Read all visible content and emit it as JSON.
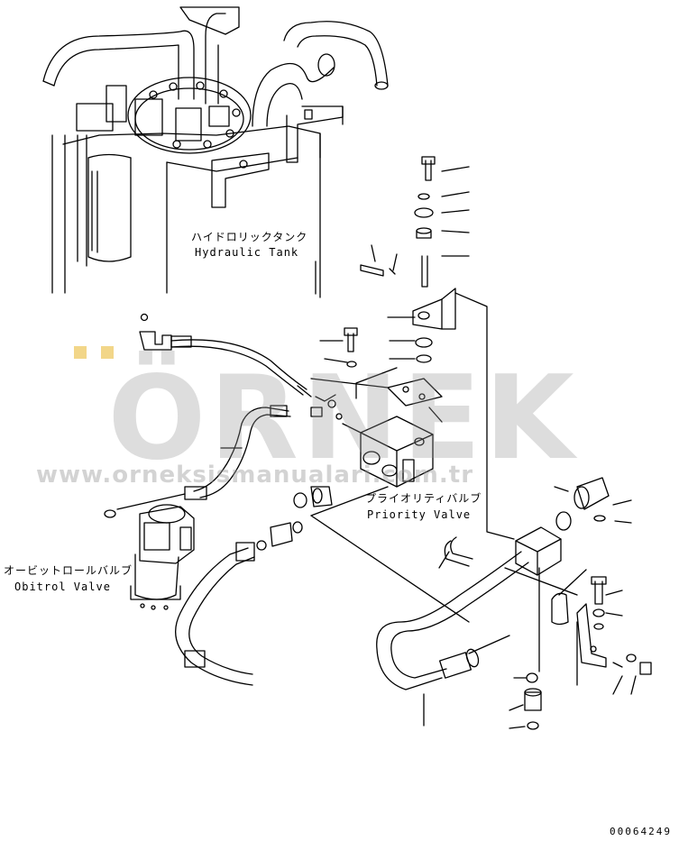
{
  "labels": {
    "hydraulic_tank": {
      "jp": "ハイドロリックタンク",
      "en": "Hydraulic Tank"
    },
    "priority_valve": {
      "jp": "プライオリティバルブ",
      "en": "Priority Valve"
    },
    "orbitrol_valve": {
      "jp": "オービットロールバルブ",
      "en": "Obitrol Valve"
    }
  },
  "watermark": {
    "word": "ÖRNEK",
    "url": "www.orneksismanualari.com.tr",
    "accent_color": "#e8b428"
  },
  "drawing_code": "00064249"
}
